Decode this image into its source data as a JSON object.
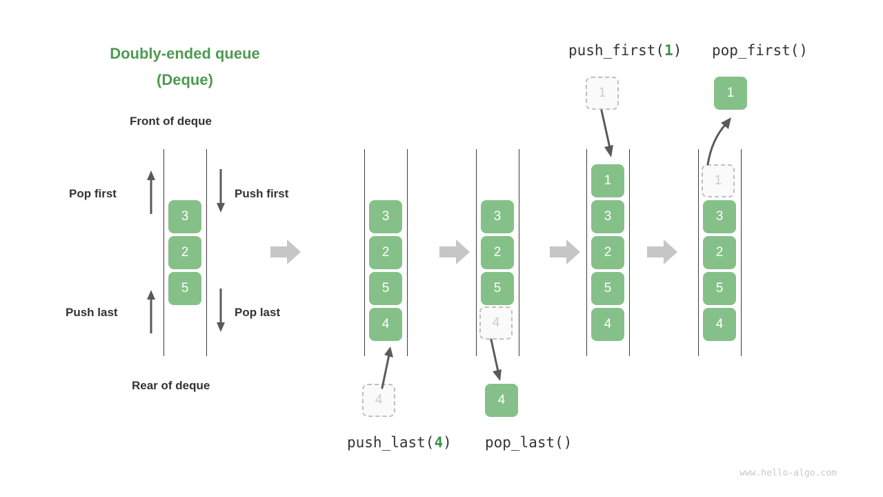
{
  "diagram": {
    "title_line1": "Doubly-ended queue",
    "title_line2": "(Deque)",
    "front_label": "Front of deque",
    "rear_label": "Rear of deque",
    "op_labels": {
      "pop_first": "Pop first",
      "push_first": "Push first",
      "push_last": "Push last",
      "pop_last": "Pop last"
    },
    "colors": {
      "title_green": "#4e9a51",
      "cell_green": "#85c088",
      "ghost_fill": "#fafafa",
      "ghost_border": "#bfbfbf",
      "ghost_text": "#cccccc",
      "rail": "#3b3b3b",
      "block_arrow": "#c6c6c6",
      "thin_arrow": "#5a5a5a",
      "text": "#333333",
      "watermark": "#c9c9c9"
    },
    "captions": {
      "push_last": {
        "name": "push_last(",
        "arg": "4",
        "close": ")"
      },
      "pop_last": {
        "name": "pop_last()",
        "arg": "",
        "close": ""
      },
      "push_first": {
        "name": "push_first(",
        "arg": "1",
        "close": ")"
      },
      "pop_first": {
        "name": "pop_first()",
        "arg": "",
        "close": ""
      }
    },
    "columns": [
      {
        "id": "initial",
        "caption": "",
        "cells": [
          "3",
          "2",
          "5"
        ],
        "ghost_index": -1
      },
      {
        "id": "after-push-last",
        "caption": "push_last(4)",
        "cells": [
          "3",
          "2",
          "5",
          "4"
        ],
        "ghost_index": -1,
        "floating": {
          "value": "4",
          "state": "ghost",
          "position": "bottom"
        }
      },
      {
        "id": "after-pop-last",
        "caption": "pop_last()",
        "cells": [
          "3",
          "2",
          "5",
          "4"
        ],
        "ghost_index": 3,
        "floating": {
          "value": "4",
          "state": "solid",
          "position": "bottom"
        }
      },
      {
        "id": "after-push-first",
        "caption": "push_first(1)",
        "cells": [
          "1",
          "3",
          "2",
          "5",
          "4"
        ],
        "ghost_index": -1,
        "floating": {
          "value": "1",
          "state": "ghost",
          "position": "top"
        }
      },
      {
        "id": "after-pop-first",
        "caption": "pop_first()",
        "cells": [
          "1",
          "3",
          "2",
          "5",
          "4"
        ],
        "ghost_index": 0,
        "floating": {
          "value": "1",
          "state": "solid",
          "position": "top"
        }
      }
    ],
    "watermark": "www.hello-algo.com"
  }
}
